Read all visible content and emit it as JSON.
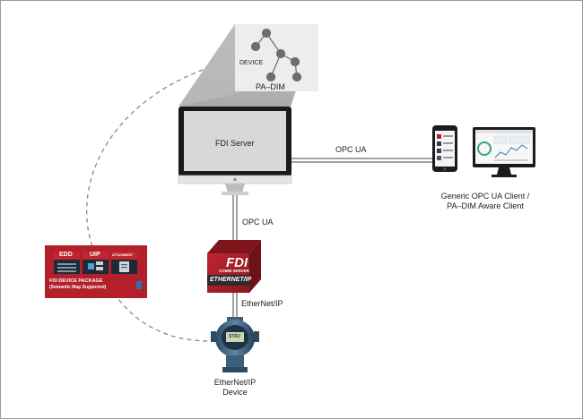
{
  "pa_dim": {
    "device_label": "DEVICE",
    "caption": "PA–DIM"
  },
  "fdi_server": {
    "label": "FDI Server"
  },
  "links": {
    "server_client": "OPC UA",
    "server_down": "OPC UA",
    "ethernet_ip": "EtherNet/IP"
  },
  "client": {
    "line1": "Generic OPC UA Client /",
    "line2": "PA–DIM Aware Client"
  },
  "comm_server": {
    "brand": "FDI",
    "sub": "COMM SERVER",
    "band": "ETHERNET/IP"
  },
  "device_package": {
    "tiles": [
      "EDD",
      "UIP",
      "ATTACHMENT"
    ],
    "title_line1": "FDI DEVICE PACKAGE",
    "title_line2": "(Semantic Map Supported)"
  },
  "device": {
    "line1": "EtherNet/IP",
    "line2": "Device",
    "display": "STRJ"
  },
  "colors": {
    "accent_red": "#b3202a",
    "dark_red": "#8c1720",
    "screen_gray": "#d8d8d8",
    "bezel": "#1a1a1a"
  }
}
